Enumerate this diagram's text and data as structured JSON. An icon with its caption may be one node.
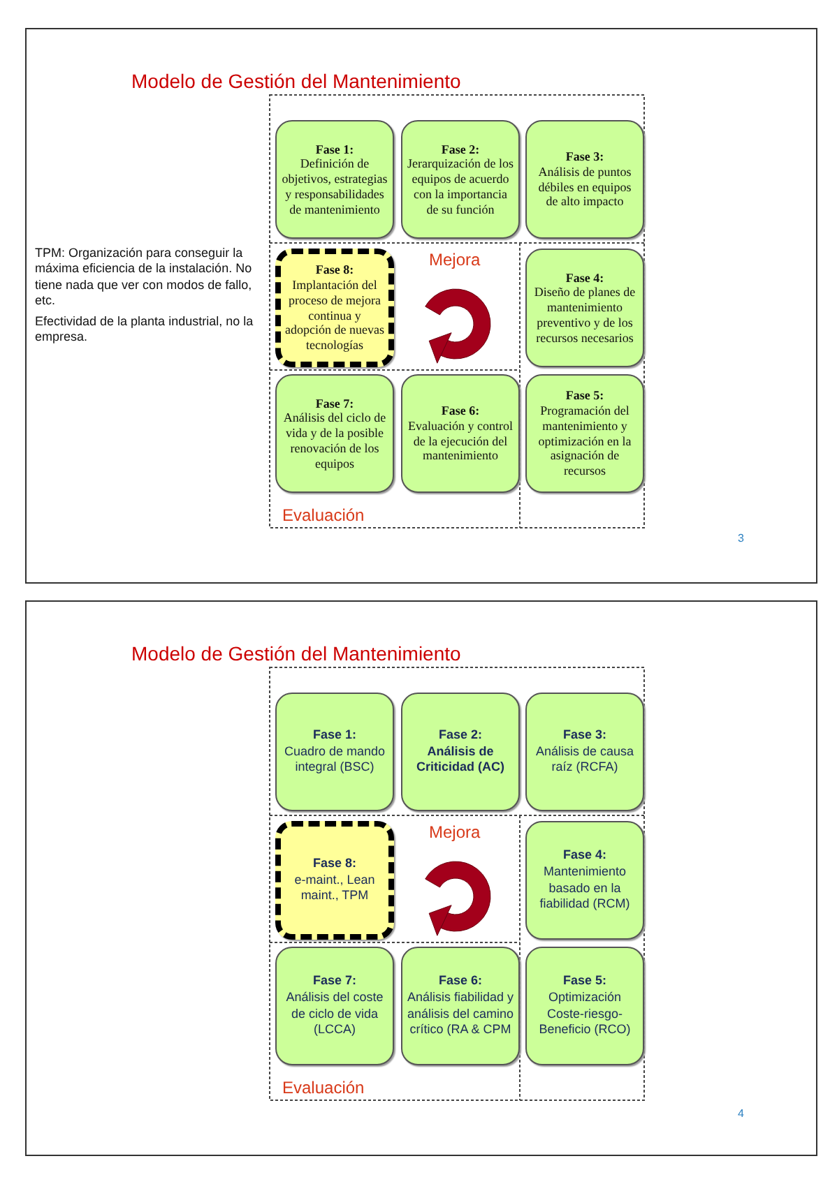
{
  "diagram": {
    "nodes": [
      {
        "text": [
          "Fase 1:",
          "Definición de objetivos, estrategias y responsabilidades de mantenimiento"
        ]
      },
      {
        "text": [
          "Fase 2:",
          "Jerarquización de los equipos de acuerdo con la importancia de su función"
        ]
      },
      {
        "text": [
          "Fase 3:",
          "Análisis de puntos débiles en equipos de alto impacto"
        ]
      },
      {
        "text": [
          "Fase 4:",
          "Diseño de planes de mantenimiento preventivo y de los recursos necesarios"
        ]
      },
      {
        "text": [
          "Fase 5:",
          "Programación del mantenimiento y optimización en la asignación de recursos"
        ]
      },
      {
        "text": [
          "Fase 6:",
          "Evaluación y control de la ejecución del mantenimiento"
        ]
      },
      {
        "text": [
          "Fase 7:",
          "Análisis del ciclo de vida y de la posible renovación de los equipos"
        ]
      },
      {
        "text": [
          "Fase 8:",
          "Implantación del proceso de mejora continua y adopción de nuevas tecnologías"
        ]
      },
      {
        "text": [
          "Fase 1:",
          "Cuadro de mando integral (BSC)"
        ]
      },
      {
        "text": [
          "Fase 2:",
          "Análisis de Criticidad (AC)"
        ]
      },
      {
        "text": [
          "Fase 3:",
          "Análisis de causa raíz (RCFA)"
        ]
      },
      {
        "text": [
          "Fase 4:",
          "Mantenimiento basado en la fiabilidad (RCM)"
        ]
      },
      {
        "text": [
          "Fase 5:",
          "Optimización Coste-riesgo-Beneficio (RCO)"
        ]
      },
      {
        "text": [
          "Fase 6:",
          "Análisis fiabilidad y análisis del camino crítico (RA & CPM"
        ]
      },
      {
        "text": [
          "Fase 7:",
          "Análisis del coste de ciclo de vida (LCCA)"
        ]
      },
      {
        "text": [
          "Fase 8:",
          "e-maint., Lean maint., TPM"
        ]
      }
    ],
    "labels": [
      "Modelo de Gestión del Mantenimiento",
      "TPM: Organización para conseguir la máxima eficiencia de la instalación. No tiene nada que ver con modos de fallo, etc.",
      "Efectividad de la planta industrial, no la empresa.",
      "Mejora",
      "Evaluación",
      "3",
      "Modelo de Gestión del Mantenimiento",
      "Mejora",
      "Evaluación",
      "4"
    ]
  }
}
